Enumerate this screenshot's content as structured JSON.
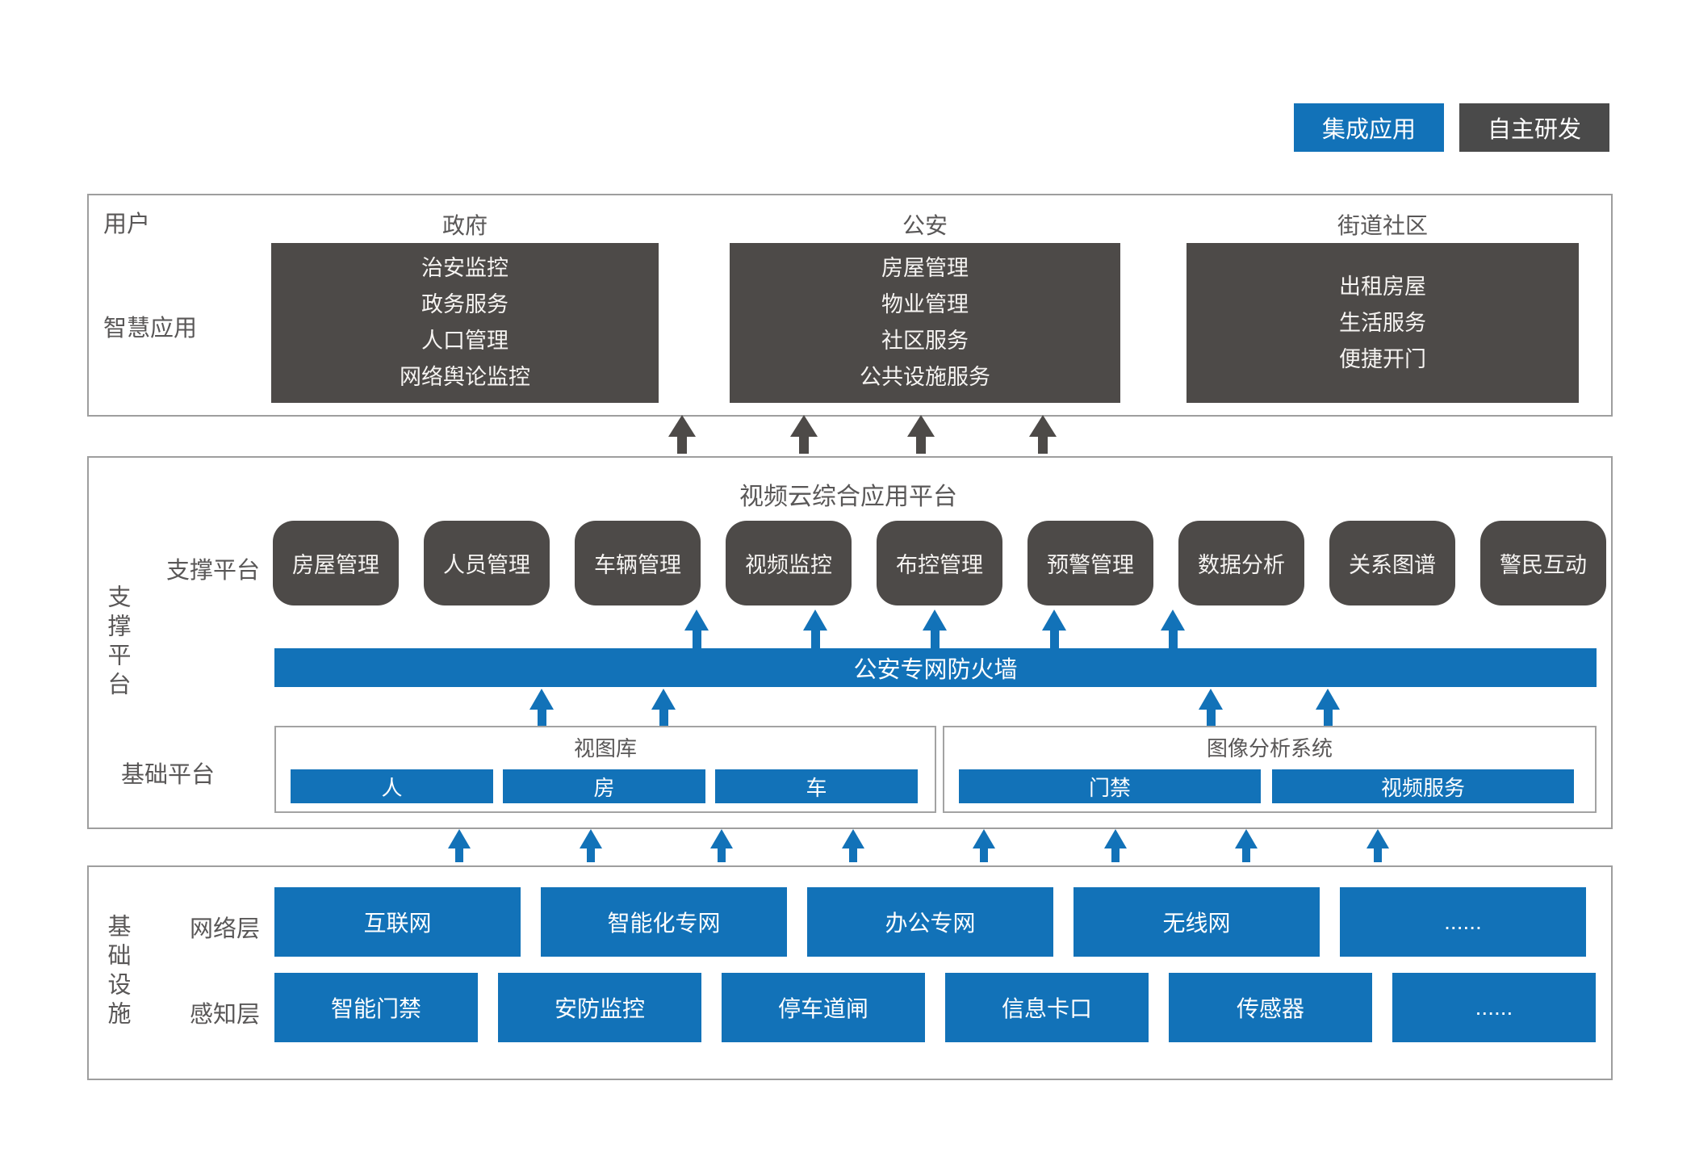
{
  "colors": {
    "accent_blue": "#1272b8",
    "dark_gray": "#4d4a48",
    "border_gray": "#9e9e9e",
    "label_gray": "#595757"
  },
  "legend": {
    "integrated_label": "集成应用",
    "self_developed_label": "自主研发"
  },
  "user_section": {
    "row_label_top": "用户",
    "row_label_bottom": "智慧应用",
    "columns": [
      {
        "title": "政府",
        "items": [
          "治安监控",
          "政务服务",
          "人口管理",
          "网络舆论监控"
        ]
      },
      {
        "title": "公安",
        "items": [
          "房屋管理",
          "物业管理",
          "社区服务",
          "公共设施服务"
        ]
      },
      {
        "title": "街道社区",
        "items": [
          "出租房屋",
          "生活服务",
          "便捷开门"
        ]
      }
    ]
  },
  "platform_section": {
    "side_label": "支撑平台",
    "title": "视频云综合应用平台",
    "support_row_label": "支撑平台",
    "support_modules": [
      "房屋管理",
      "人员管理",
      "车辆管理",
      "视频监控",
      "布控管理",
      "预警管理",
      "数据分析",
      "关系图谱",
      "警民互动"
    ],
    "firewall_label": "公安专网防火墙",
    "base_row_label": "基础平台",
    "base_groups": [
      {
        "title": "视图库",
        "items": [
          "人",
          "房",
          "车"
        ]
      },
      {
        "title": "图像分析系统",
        "items": [
          "门禁",
          "视频服务"
        ]
      }
    ]
  },
  "infra_section": {
    "side_label": "基础设施",
    "network_row": {
      "label": "网络层",
      "items": [
        "互联网",
        "智能化专网",
        "办公专网",
        "无线网",
        "......"
      ]
    },
    "sensing_row": {
      "label": "感知层",
      "items": [
        "智能门禁",
        "安防监控",
        "停车道闸",
        "信息卡口",
        "传感器",
        "......"
      ]
    }
  }
}
